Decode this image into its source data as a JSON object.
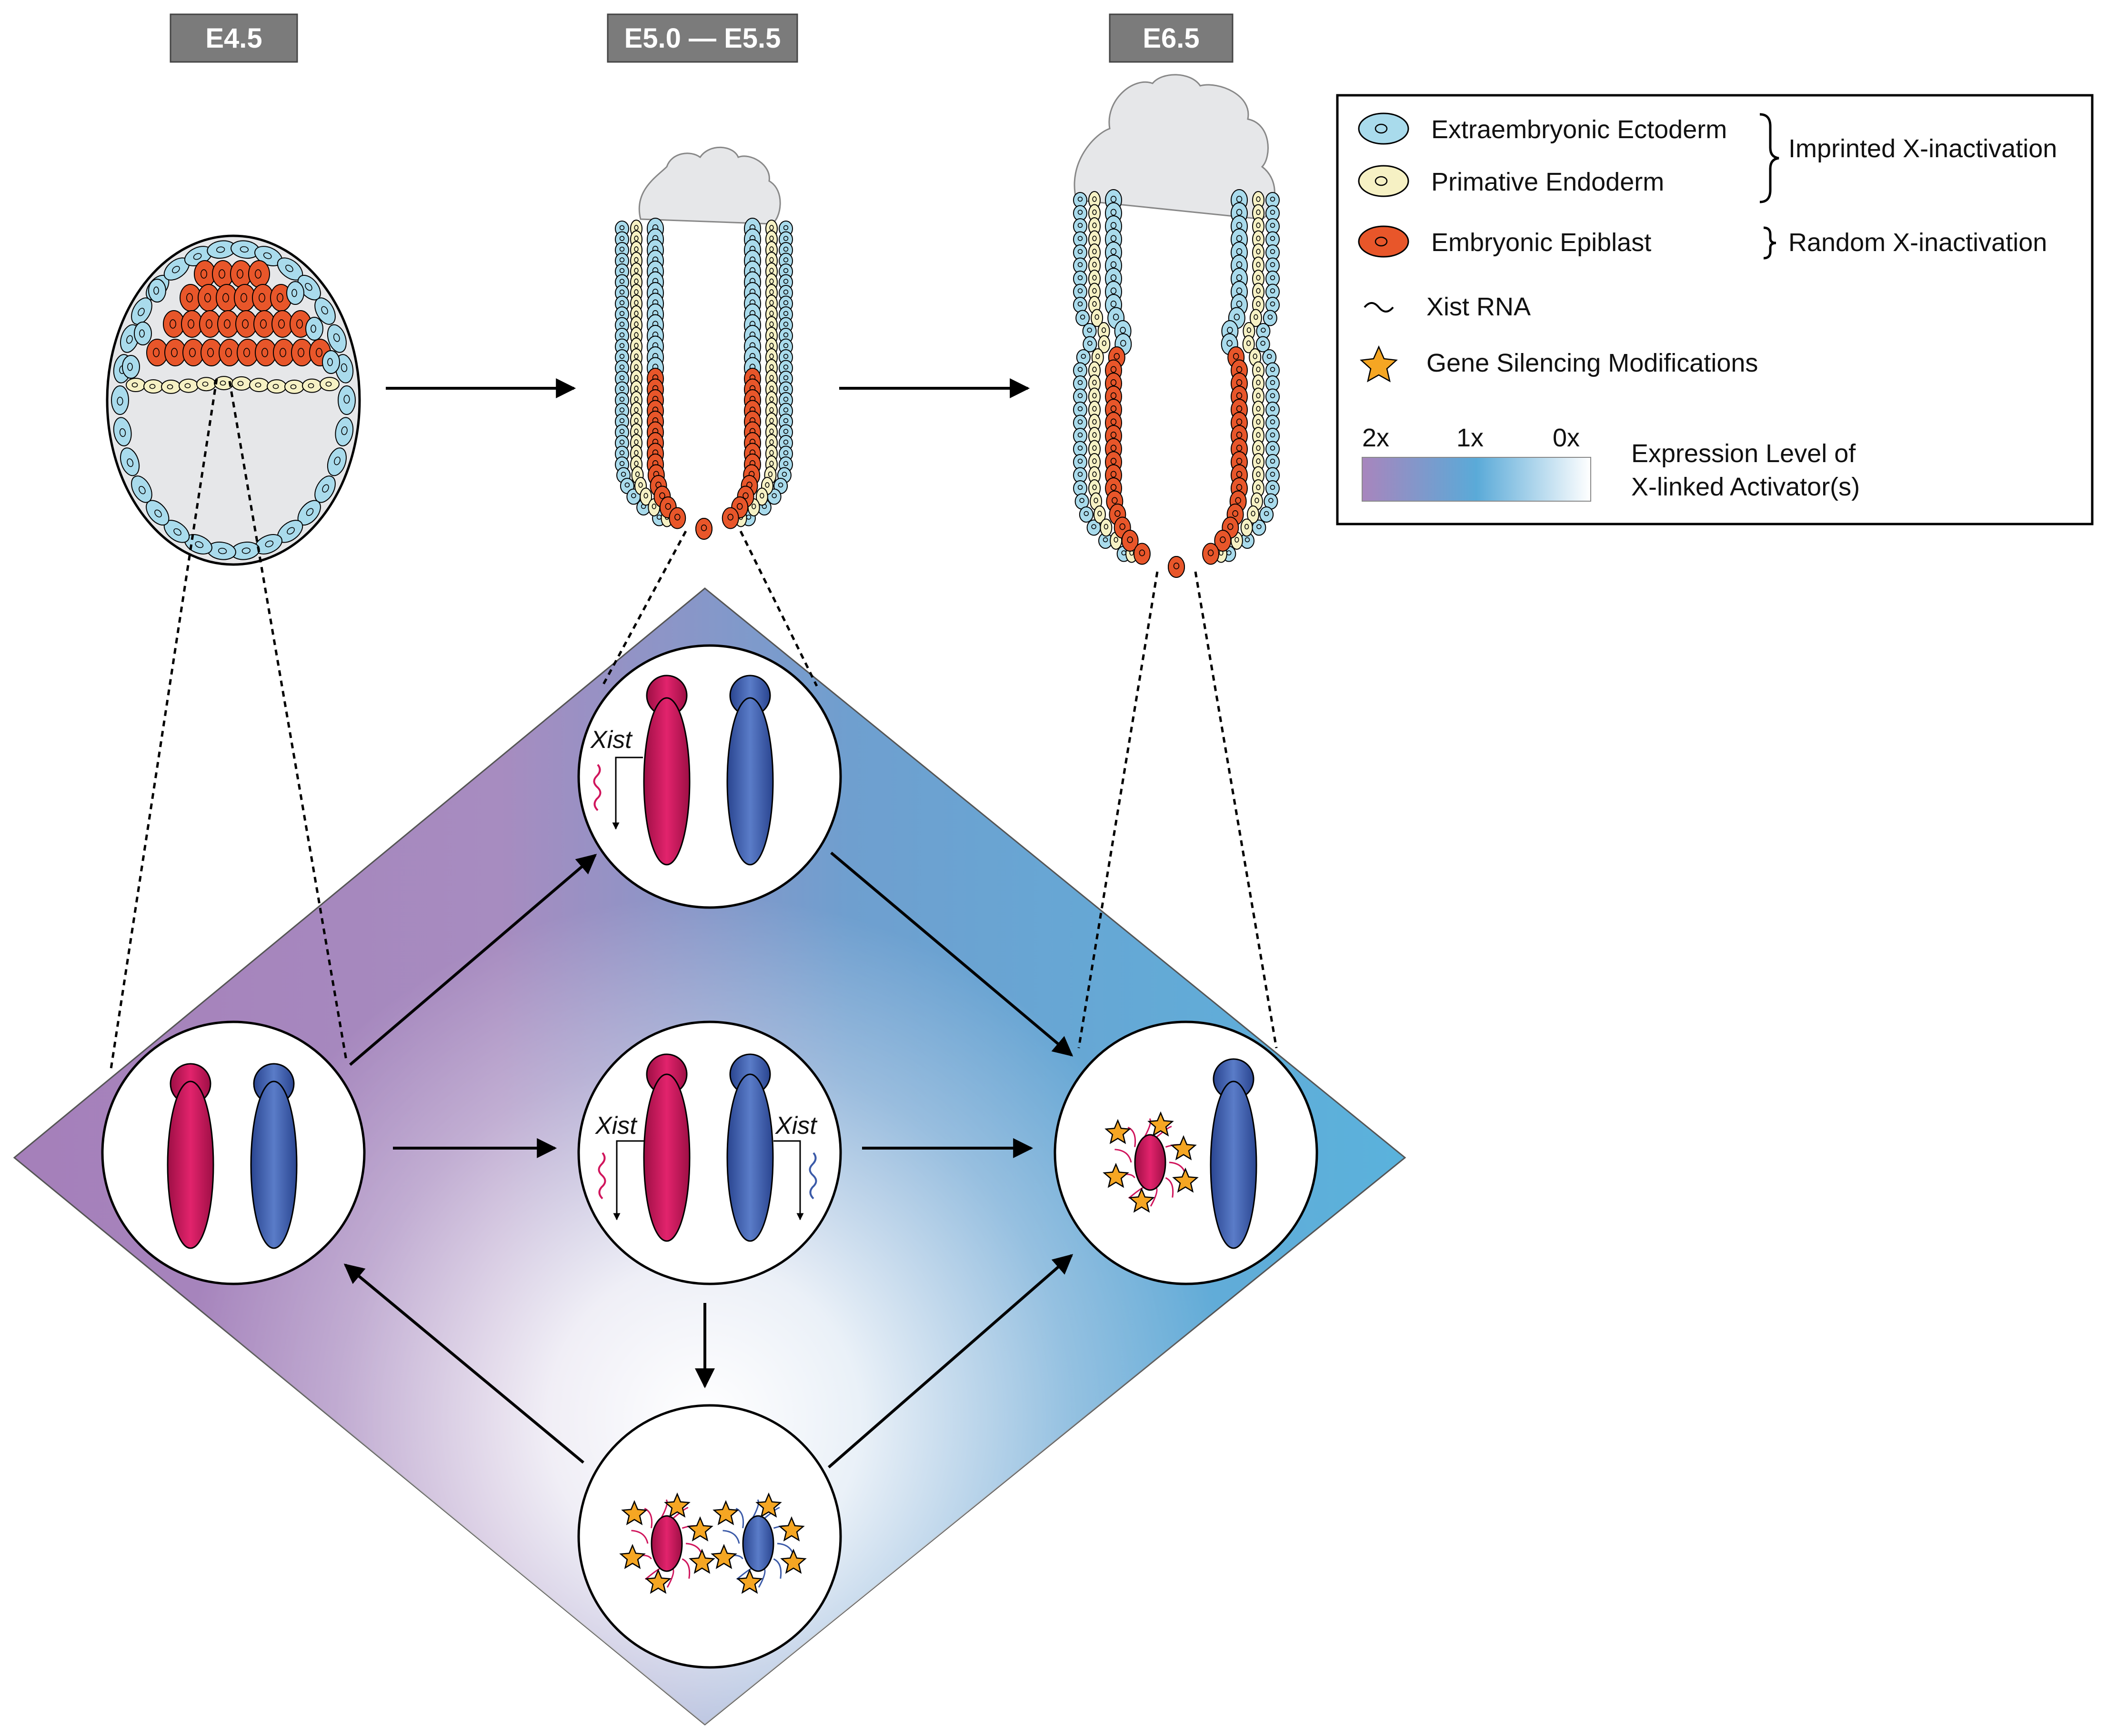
{
  "stages": [
    "E4.5",
    "E5.0 — E5.5",
    "E6.5"
  ],
  "legend": {
    "items": [
      {
        "label": "Extraembryonic Ectoderm",
        "icon": "blue-cell-icon",
        "color": "#a9dbec"
      },
      {
        "label": "Primative Endoderm",
        "icon": "yellow-cell-icon",
        "color": "#f6f1c4"
      },
      {
        "label": "Embryonic Epiblast",
        "icon": "orange-cell-icon",
        "color": "#e8562a"
      },
      {
        "label": "Xist RNA",
        "icon": "wavy-line-icon"
      },
      {
        "label": "Gene Silencing Modifications",
        "icon": "star-icon",
        "color": "#f5a623"
      }
    ],
    "brace_imprinted": "Imprinted X-inactivation",
    "brace_random": "Random X-inactivation",
    "scale_ticks": [
      "2x",
      "1x",
      "0x"
    ],
    "scale_title_line1": "Expression Level of",
    "scale_title_line2": "X-linked Activator(s)",
    "scale_colors": [
      "#a885bd",
      "#5aaad8",
      "#ffffff"
    ]
  },
  "xist_label": "Xist",
  "colors": {
    "maternal_x": "#d0155c",
    "paternal_x": "#3b5aa8",
    "epiblast": "#e8562a",
    "ectoderm": "#a9dbec",
    "endoderm": "#f6f1c4",
    "star": "#f5a623"
  }
}
